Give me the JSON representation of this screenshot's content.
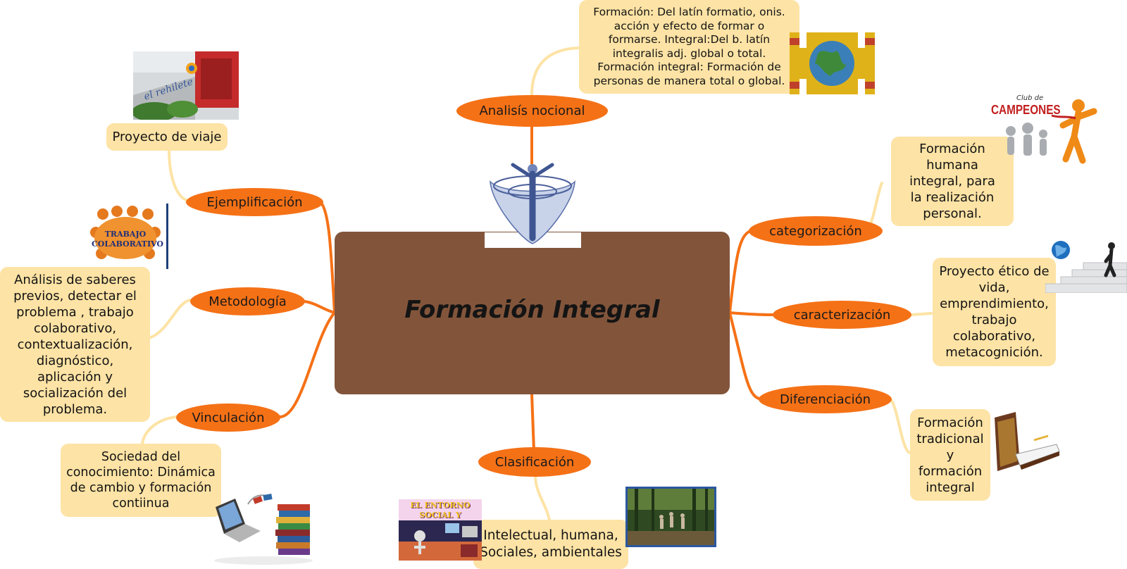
{
  "central": {
    "title": "Formación Integral"
  },
  "topics": {
    "analisis": "Analisís nocional",
    "ejemplificacion": "Ejemplificación",
    "metodologia": "Metodología",
    "vinculacion": "Vinculación",
    "clasificacion": "Clasificación",
    "categorizacion": "categorización",
    "caracterizacion": "caracterización",
    "diferenciacion": "Diferenciación"
  },
  "notes": {
    "analisis": "Formación: Del latín formatio, onis. acción y efecto de formar o formarse. Integral:Del b. latín integralis adj. global o total. Formación integral: Formación de personas de manera total o global.",
    "ejemplificacion": "Proyecto de viaje",
    "metodologia": "Análisis de saberes previos, detectar el problema , trabajo colaborativo, contextualización, diagnóstico, aplicación y socialización del problema.",
    "vinculacion": "Sociedad del conocimiento: Dinámica de cambio y formación contiinua",
    "clasificacion": "Intelectual, humana, Sociales, ambientales",
    "categorizacion": "Formación humana integral, para la realización personal.",
    "caracterizacion": "Proyecto ético de vida, emprendimiento, trabajo colaborativo, metacognición.",
    "diferenciacion": "Formación tradicional y formación integral"
  },
  "images": {
    "school_sign": "el rehilete",
    "trabajo": "TRABAJO COLABORATIVO",
    "campeones_top": "Club de",
    "campeones_main": "CAMPEONES",
    "entorno": "EL ENTORNO SOCIAL Y CULTURAL"
  },
  "colors": {
    "central": "#82553b",
    "topic": "#f57116",
    "note": "#fde3a5",
    "branch": "#f57116",
    "sub_branch": "#fde3a5"
  }
}
